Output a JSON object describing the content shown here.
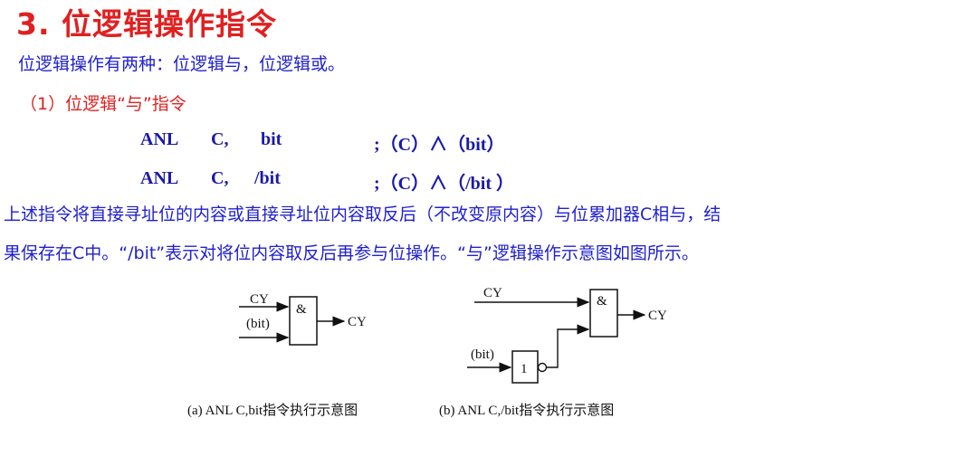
{
  "title": "3. 位逻辑操作指令",
  "intro": "位逻辑操作有两种：位逻辑与，位逻辑或。",
  "subhead": "（1）位逻辑“与”指令",
  "instructions": [
    {
      "mnemonic": "ANL",
      "op1": "C,",
      "op2": "bit",
      "comment": ";（C）∧（bit）"
    },
    {
      "mnemonic": "ANL",
      "op1": "C,",
      "op2": "/bit",
      "comment": ";（C）∧（/bit ）"
    }
  ],
  "description": {
    "line1": "上述指令将直接寻址位的内容或直接寻址位内容取反后（不改变原内容）与位累加器C相与，结",
    "line2": "果保存在C中。“/bit”表示对将位内容取反后再参与位操作。“与”逻辑操作示意图如图所示。"
  },
  "diagram_a": {
    "input1": "CY",
    "input2": "(bit)",
    "gate": "&",
    "output": "CY",
    "caption": "(a) ANL C,bit指令执行示意图"
  },
  "diagram_b": {
    "input1": "CY",
    "input2": "(bit)",
    "not_gate": "1",
    "gate": "&",
    "output": "CY",
    "caption": "(b) ANL C,/bit指令执行示意图"
  }
}
